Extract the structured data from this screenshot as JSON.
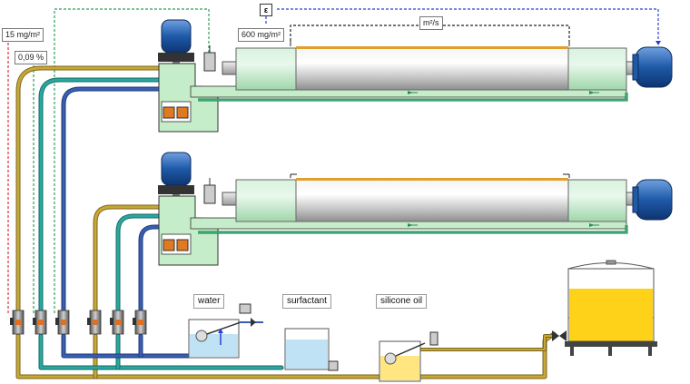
{
  "labels": {
    "dose_15": "15 mg/m²",
    "conc": "0,09 %",
    "dose_600": "600 mg/m²",
    "flow": "m²/s",
    "controller": "ε"
  },
  "tanks": {
    "water": "water",
    "surfactant": "surfactant",
    "silicone": "silicone oil"
  },
  "colors": {
    "pipe_yellow": "#c8a832",
    "pipe_teal": "#2aa7a0",
    "pipe_blue": "#3a5fb0",
    "pipe_green": "#2e8b57",
    "roller_green": "#b8e6c0",
    "motor_blue": "#1e5aa8",
    "oil_yellow": "#ffd21a",
    "water_blue": "#bfe3f5",
    "signal_red": "#e03030",
    "signal_green": "#2e9e5e",
    "signal_blue": "#2a3fd0"
  }
}
